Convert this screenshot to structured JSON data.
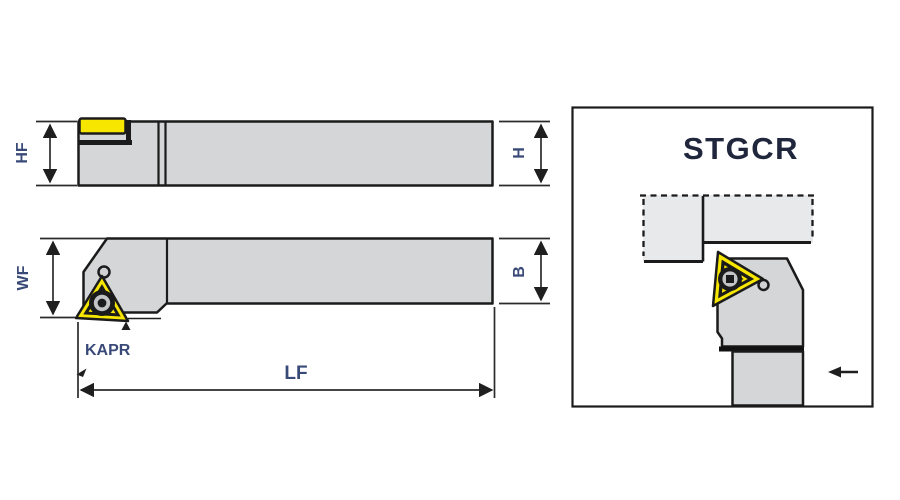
{
  "drawing": {
    "detail_title": "STGCR",
    "dimensions": {
      "hf": "HF",
      "h": "H",
      "wf": "WF",
      "b": "B",
      "kapr": "KAPR",
      "lf": "LF"
    },
    "colors": {
      "holder_gray": "#d4d6d8",
      "workpiece_gray": "#e8e9eb",
      "insert_yellow": "#f7e600",
      "insert_dark": "#1b1b1b",
      "screw_gray": "#c2c4c6",
      "outline_black": "#1b1b1b",
      "dimension_gray": "#2b2b2b",
      "label_navy": "#394a78",
      "title_navy": "#20263c"
    }
  }
}
